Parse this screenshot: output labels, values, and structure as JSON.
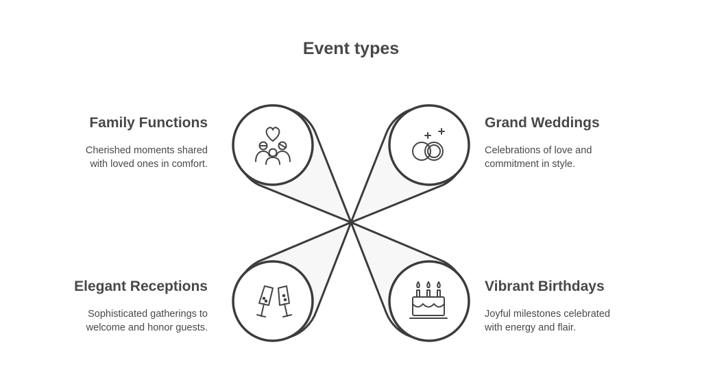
{
  "title": "Event types",
  "items": [
    {
      "heading": "Family Functions",
      "description_line1": "Cherished moments shared",
      "description_line2": "with loved ones in comfort.",
      "icon": "family-heart-icon"
    },
    {
      "heading": "Grand Weddings",
      "description_line1": "Celebrations of love and",
      "description_line2": "commitment in style.",
      "icon": "wedding-rings-icon"
    },
    {
      "heading": "Elegant Receptions",
      "description_line1": "Sophisticated gatherings to",
      "description_line2": "welcome and honor guests.",
      "icon": "champagne-glasses-icon"
    },
    {
      "heading": "Vibrant Birthdays",
      "description_line1": "Joyful milestones celebrated",
      "description_line2": "with energy and flair.",
      "icon": "birthday-cake-icon"
    }
  ],
  "colors": {
    "text": "#484848",
    "stroke": "#3c3c3c",
    "fill": "#f7f7f7"
  }
}
